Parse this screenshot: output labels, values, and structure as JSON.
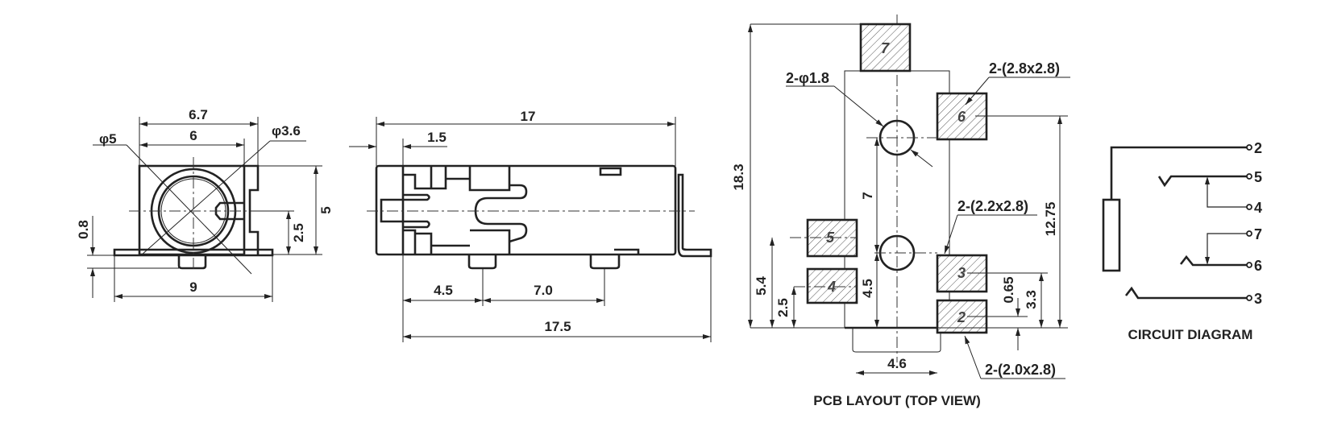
{
  "front_view": {
    "dims": {
      "width_outer": "6.7",
      "width_inner": "6",
      "outer_dia": "φ5",
      "inner_dia": "φ3.6",
      "height": "5",
      "center_height": "2.5",
      "pin_height": "0.8",
      "flange_width": "9"
    }
  },
  "side_view": {
    "dims": {
      "length": "17",
      "offset": "1.5",
      "pin1": "4.5",
      "pin_spacing": "7.0",
      "total_length": "17.5"
    }
  },
  "pcb_layout": {
    "title": "PCB LAYOUT (TOP VIEW)",
    "pads": [
      "7",
      "6",
      "5",
      "4",
      "3",
      "2"
    ],
    "notes": {
      "holes": "2-φ1.8",
      "pad_large": "2-(2.8x2.8)",
      "pad_mid": "2-(2.2x2.8)",
      "pad_small": "2-(2.0x2.8)"
    },
    "dims": {
      "total": "18.3",
      "d54": "5.4",
      "d25": "2.5",
      "hole_spacing": "7",
      "d45": "4.5",
      "d1275": "12.75",
      "d33": "3.3",
      "d065": "0.65",
      "d46": "4.6"
    }
  },
  "circuit_diagram": {
    "title": "CIRCUIT DIAGRAM",
    "pins": [
      "2",
      "5",
      "4",
      "7",
      "6",
      "3"
    ]
  }
}
